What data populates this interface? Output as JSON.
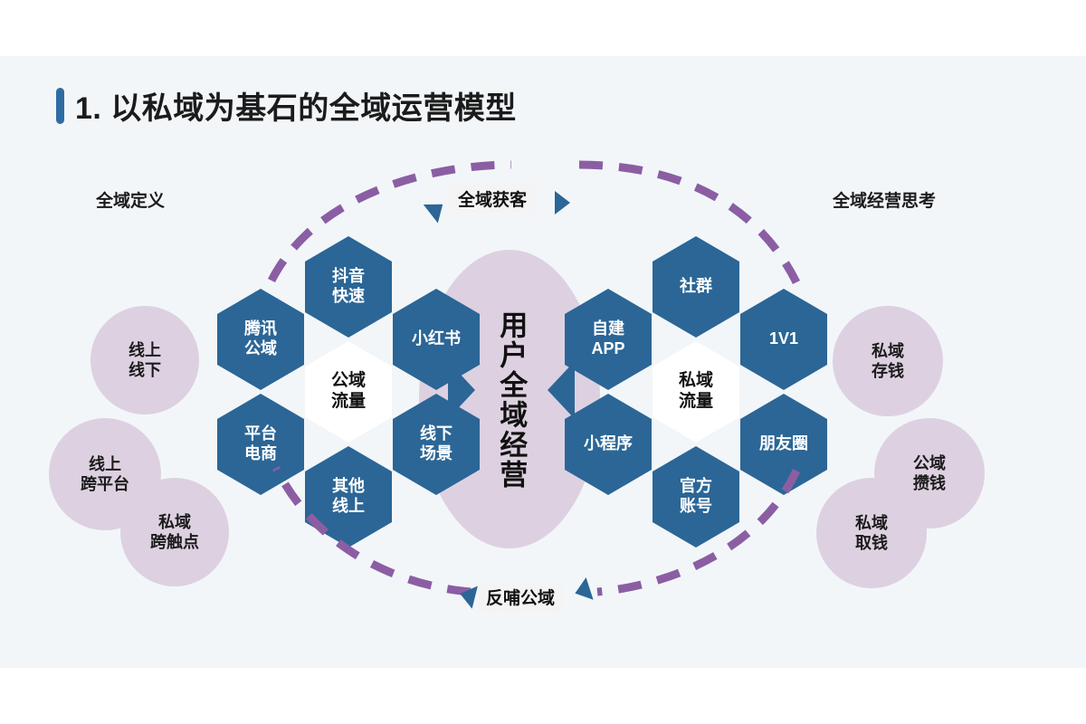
{
  "slide": {
    "title": "1. 以私域为基石的全域运营模型",
    "background_color": "#f2f6f9",
    "accent_color": "#2e6da4",
    "hex_color": "#2b6696",
    "circle_color": "#ddd1e1",
    "arc_color": "#8b5ea3"
  },
  "left_column": {
    "heading": "全域定义",
    "circles": [
      {
        "label": "线上\n线下",
        "line1": "线上",
        "line2": "线下"
      },
      {
        "label": "线上\n跨平台",
        "line1": "线上",
        "line2": "跨平台"
      },
      {
        "label": "私域\n跨触点",
        "line1": "私域",
        "line2": "跨触点"
      }
    ]
  },
  "right_column": {
    "heading": "全域经营思考",
    "circles": [
      {
        "line1": "私域",
        "line2": "存钱"
      },
      {
        "line1": "公域",
        "line2": "攒钱"
      },
      {
        "line1": "私域",
        "line2": "取钱"
      }
    ]
  },
  "center": {
    "label": "用户全域经营",
    "left_arrow": "triangle-right-icon",
    "right_arrow": "triangle-left-icon"
  },
  "public_domain_cluster": {
    "core": {
      "line1": "公域",
      "line2": "流量"
    },
    "cells": [
      {
        "position": "top",
        "line1": "抖音",
        "line2": "快速"
      },
      {
        "position": "upper-right",
        "line1": "小红书",
        "line2": ""
      },
      {
        "position": "lower-right",
        "line1": "线下",
        "line2": "场景"
      },
      {
        "position": "bottom",
        "line1": "其他",
        "line2": "线上"
      },
      {
        "position": "lower-left",
        "line1": "平台",
        "line2": "电商"
      },
      {
        "position": "upper-left",
        "line1": "腾讯",
        "line2": "公域"
      }
    ]
  },
  "private_domain_cluster": {
    "core": {
      "line1": "私域",
      "line2": "流量"
    },
    "cells": [
      {
        "position": "top",
        "line1": "社群",
        "line2": ""
      },
      {
        "position": "upper-right",
        "line1": "1V1",
        "line2": ""
      },
      {
        "position": "lower-right",
        "line1": "朋友圈",
        "line2": ""
      },
      {
        "position": "bottom",
        "line1": "官方",
        "line2": "账号"
      },
      {
        "position": "lower-left",
        "line1": "小程序",
        "line2": ""
      },
      {
        "position": "upper-left",
        "line1": "自建",
        "line2": "APP"
      }
    ]
  },
  "flows": {
    "top_label": "全域获客",
    "bottom_label": "反哺公域"
  }
}
